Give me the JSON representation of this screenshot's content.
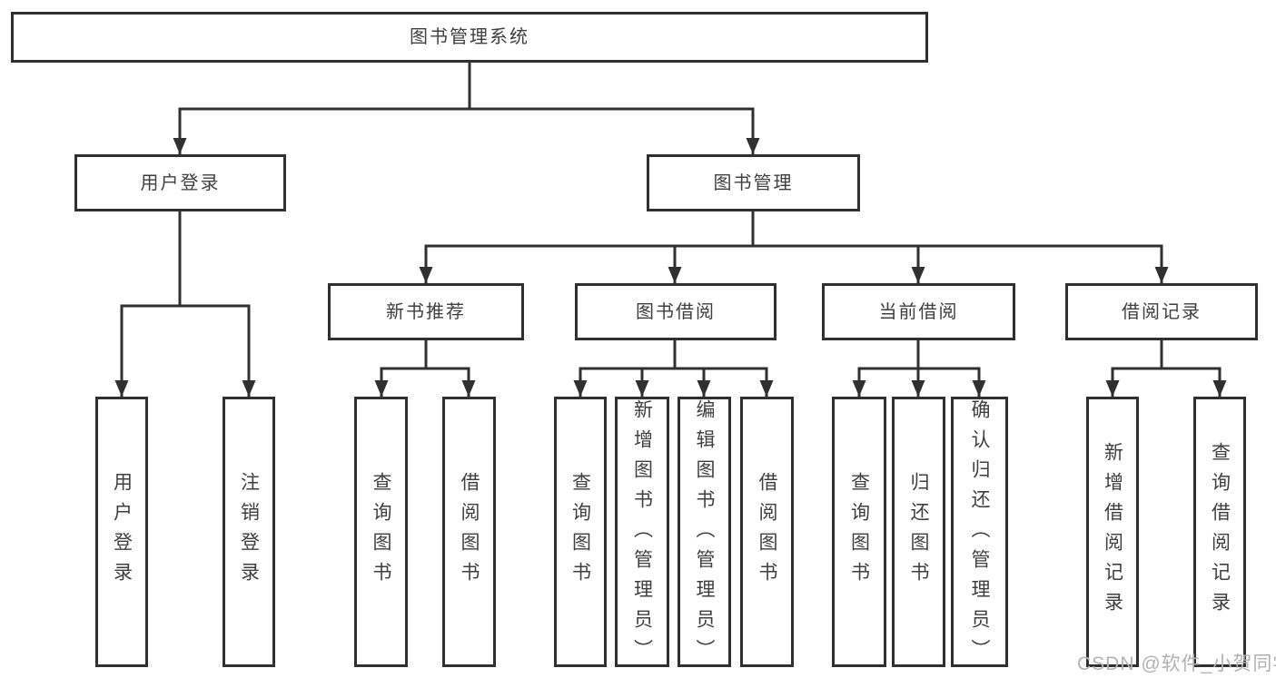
{
  "diagram": {
    "type": "hierarchy-tree",
    "colors": {
      "background": "#ffffff",
      "line": "#303030",
      "box_border": "#303030",
      "text": "#3f3f3f",
      "watermark": "#b2b2b2"
    },
    "watermark": {
      "text": "CSDN @软件_小贺同学"
    },
    "tree": {
      "label": "图书管理系统",
      "children": [
        {
          "label": "用户登录",
          "children": [
            {
              "label": "用户登录"
            },
            {
              "label": "注销登录"
            }
          ]
        },
        {
          "label": "图书管理",
          "children": [
            {
              "label": "新书推荐",
              "children": [
                {
                  "label": "查询图书"
                },
                {
                  "label": "借阅图书"
                }
              ]
            },
            {
              "label": "图书借阅",
              "children": [
                {
                  "label": "查询图书"
                },
                {
                  "label": "新增图书（管理员）"
                },
                {
                  "label": "编辑图书（管理员）"
                },
                {
                  "label": "借阅图书"
                }
              ]
            },
            {
              "label": "当前借阅",
              "children": [
                {
                  "label": "查询图书"
                },
                {
                  "label": "归还图书"
                },
                {
                  "label": "确认归还（管理员）"
                }
              ]
            },
            {
              "label": "借阅记录",
              "children": [
                {
                  "label": "新增借阅记录"
                },
                {
                  "label": "查询借阅记录"
                }
              ]
            }
          ]
        }
      ]
    }
  }
}
